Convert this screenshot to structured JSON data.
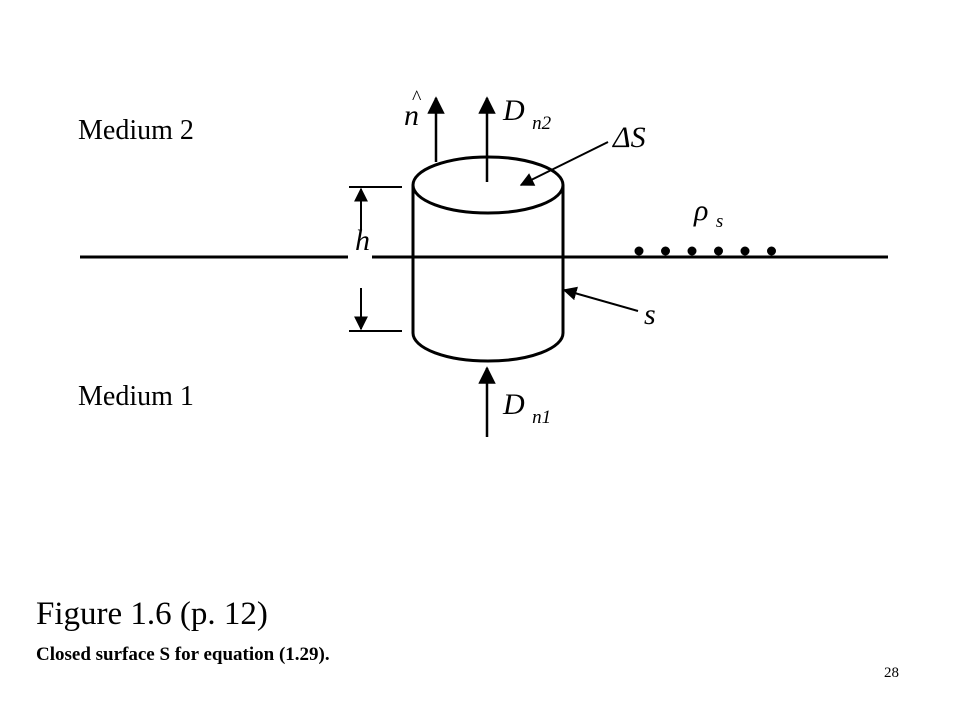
{
  "diagram": {
    "medium_2_label": "Medium 2",
    "medium_1_label": "Medium 1",
    "normal_symbol": "n",
    "normal_hat": "^",
    "d_upper_symbol": "D",
    "d_upper_subscript": "n2",
    "delta_s_label": "ΔS",
    "rho_symbol": "ρ",
    "rho_subscript": "s",
    "side_label": "s",
    "height_label": "h",
    "d_lower_symbol": "D",
    "d_lower_subscript": "n1",
    "surface_charge_dot_count": 6
  },
  "caption": {
    "title": "Figure 1.6  (p. 12)",
    "subtitle": "Closed surface S for equation (1.29)."
  },
  "page_number": "28"
}
